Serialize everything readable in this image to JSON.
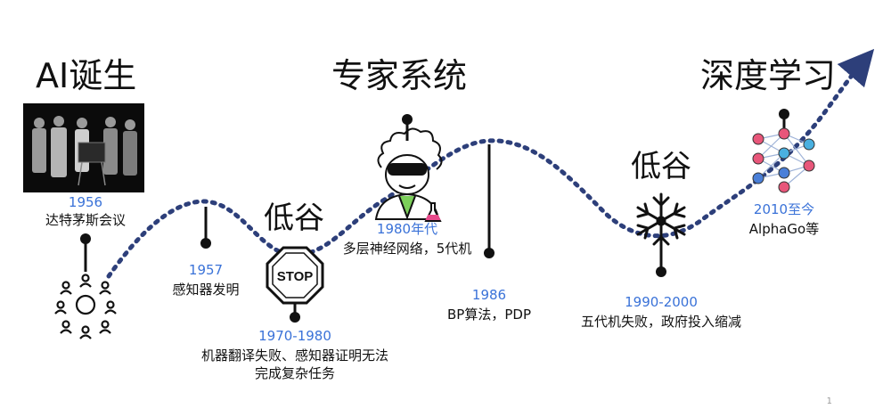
{
  "titles": {
    "ai_birth": "AI诞生",
    "expert_systems": "专家系统",
    "deep_learning": "深度学习",
    "low_1": "低谷",
    "low_2": "低谷"
  },
  "events": {
    "e1956": {
      "year": "1956",
      "desc": "达特茅斯会议"
    },
    "e1957": {
      "year": "1957",
      "desc": "感知器发明"
    },
    "e1970": {
      "year": "1970-1980",
      "desc_line1": "机器翻译失败、感知器证明无法",
      "desc_line2": "完成复杂任务"
    },
    "e1980": {
      "year": "1980年代",
      "desc": "多层神经网络，5代机"
    },
    "e1986": {
      "year": "1986",
      "desc": "BP算法，PDP"
    },
    "e1990": {
      "year": "1990-2000",
      "desc": "五代机失败，政府投入缩减"
    },
    "e2010": {
      "year": "2010至今",
      "desc": "AlphaGo等"
    }
  },
  "stop_sign_text": "STOP",
  "page_number": "1",
  "colors": {
    "curve": "#2d3f7a",
    "year": "#3a72d8",
    "text": "#111111"
  },
  "icons": [
    "people-circle-icon",
    "stop-sign-icon",
    "scientist-icon",
    "snowflake-icon",
    "neural-network-icon",
    "dartmouth-photo"
  ]
}
